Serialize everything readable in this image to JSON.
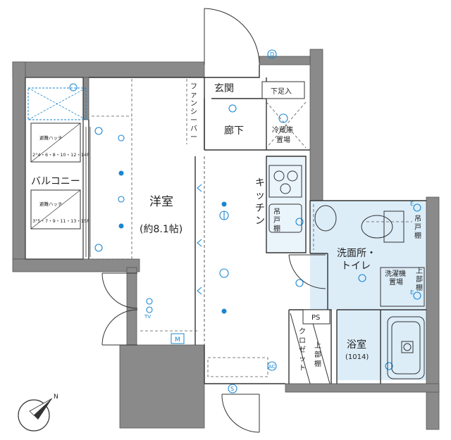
{
  "rooms": {
    "western_room": "洋室",
    "western_room_size": "(約8.1帖)",
    "entrance": "玄関",
    "shoe_box": "下足入",
    "hallway": "廊下",
    "fridge_space": [
      "冷蔵庫",
      "置場"
    ],
    "kitchen": [
      "キ",
      "ッ",
      "チ",
      "ン"
    ],
    "cupboard_kitchen": [
      "吊",
      "戸",
      "棚"
    ],
    "washroom_toilet": [
      "洗面所・",
      "トイレ"
    ],
    "cupboard_toilet": [
      "吊",
      "戸",
      "棚"
    ],
    "washer_space": [
      "洗濯機",
      "置場"
    ],
    "upper_shelf_side": [
      "上",
      "部",
      "棚"
    ],
    "bathroom": "浴室",
    "bathroom_size": "(1014)",
    "closet": [
      "ク",
      "ロ",
      "ゼ",
      "ッ",
      "ト"
    ],
    "upper_shelf_closet": [
      "上",
      "部",
      "棚"
    ],
    "balcony": "バルコニー",
    "fan_sieve": [
      "フ",
      "ァ",
      "ン",
      "シ",
      "ー",
      "バ",
      "ー"
    ],
    "pipe_space": "PS"
  },
  "balcony_hatches": [
    {
      "title": "避難ハッチ",
      "floors": "2°4・6・8・10・12・14F"
    },
    {
      "title": "避難ハッチ",
      "floors": "3°5・7・9・11・13・15F"
    }
  ],
  "symbols": {
    "door_d": "D",
    "switch_s": "S",
    "aircon": "AC",
    "meter": "M",
    "tv": "TV",
    "e_marks": [
      "E",
      "E"
    ]
  },
  "compass": {
    "north_label": "N"
  },
  "colors": {
    "wall": "#8a8a8a",
    "wet_area": "#dcedf8",
    "fixture_blue": "#1a86d0",
    "line": "#333333",
    "dashed": "#555555"
  }
}
